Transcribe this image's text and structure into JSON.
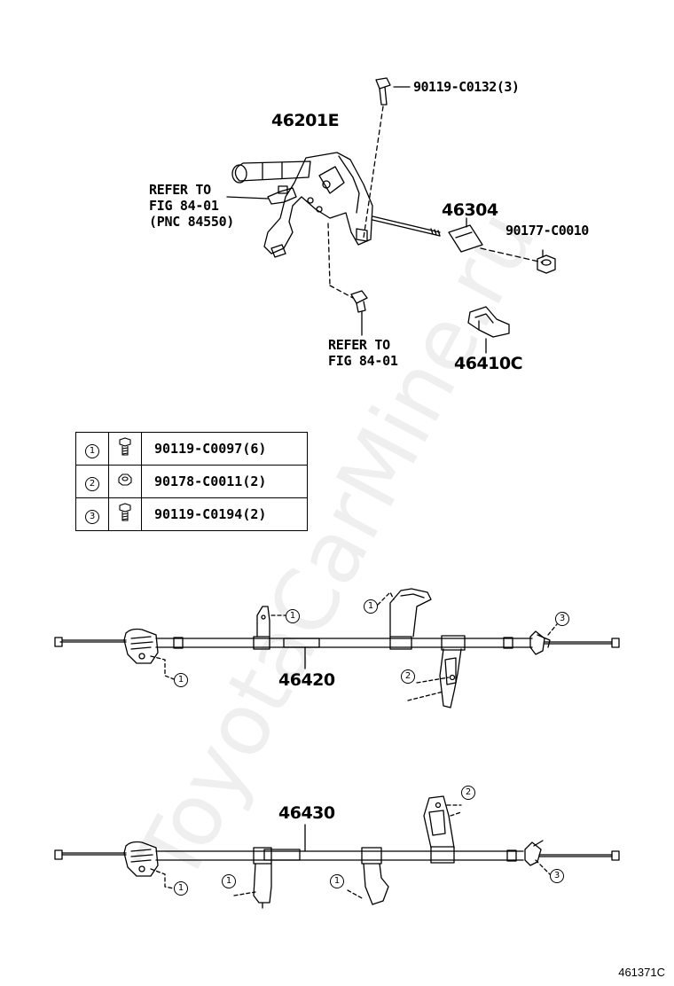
{
  "watermark": "ToyotaCarMine.ru",
  "figure_id": "461371C",
  "upper_assembly": {
    "lever_part": "46201E",
    "bolt_top": "90119-C0132(3)",
    "refer_left": [
      "REFER TO",
      "FIG 84-01",
      "(PNC 84550)"
    ],
    "refer_bottom": [
      "REFER TO",
      "FIG 84-01"
    ],
    "equalizer_part": "46304",
    "nut_part": "90177-C0010",
    "clamp_part": "46410C"
  },
  "legend": [
    {
      "index": "1",
      "icon": "bolt-icon",
      "part": "90119-C0097(6)"
    },
    {
      "index": "2",
      "icon": "nut-icon",
      "part": "90178-C0011(2)"
    },
    {
      "index": "3",
      "icon": "bolt-icon",
      "part": "90119-C0194(2)"
    }
  ],
  "cable_1": {
    "part": "46420",
    "callouts": [
      "1",
      "1",
      "1",
      "2",
      "3"
    ]
  },
  "cable_2": {
    "part": "46430",
    "callouts": [
      "1",
      "1",
      "1",
      "2",
      "3"
    ]
  }
}
